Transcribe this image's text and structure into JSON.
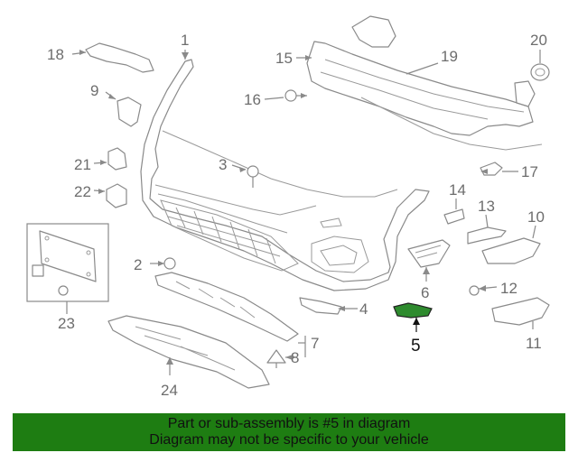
{
  "diagram": {
    "callouts": [
      "1",
      "2",
      "3",
      "4",
      "5",
      "6",
      "7",
      "8",
      "9",
      "10",
      "11",
      "12",
      "13",
      "14",
      "15",
      "16",
      "17",
      "18",
      "19",
      "20",
      "21",
      "22",
      "23",
      "24"
    ],
    "highlighted_part": "5",
    "highlight_color": "#2e8b2e"
  },
  "banner": {
    "line1": "Part or sub-assembly is #5 in diagram",
    "line2": "Diagram may not be specific to your vehicle",
    "background": "#1e7d12"
  }
}
